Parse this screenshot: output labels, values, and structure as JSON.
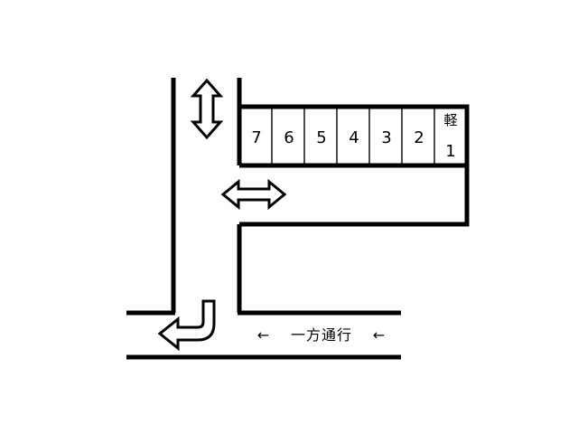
{
  "parking": {
    "spaces": [
      {
        "number": "7"
      },
      {
        "number": "6"
      },
      {
        "number": "5"
      },
      {
        "number": "4"
      },
      {
        "number": "3"
      },
      {
        "number": "2"
      },
      {
        "kei": "軽",
        "number": "1"
      }
    ]
  },
  "road": {
    "left_arrow": "←",
    "label": "一方通行",
    "right_arrow": "←"
  }
}
